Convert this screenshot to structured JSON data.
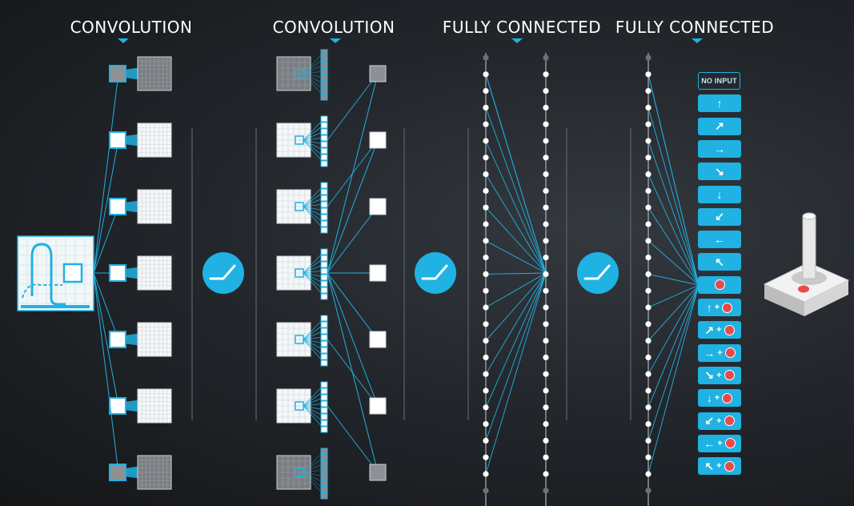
{
  "headings": [
    {
      "text": "CONVOLUTION"
    },
    {
      "text": "CONVOLUTION"
    },
    {
      "text": "FULLY CONNECTED"
    },
    {
      "text": "FULLY CONNECTED"
    }
  ],
  "actions": [
    {
      "label": "NO INPUT",
      "icon": "none",
      "fire": false
    },
    {
      "label": "",
      "icon": "arrow-up-icon",
      "glyph": "↑",
      "fire": false
    },
    {
      "label": "",
      "icon": "arrow-up-right-icon",
      "glyph": "↗",
      "fire": false
    },
    {
      "label": "",
      "icon": "arrow-right-icon",
      "glyph": "→",
      "fire": false
    },
    {
      "label": "",
      "icon": "arrow-down-right-icon",
      "glyph": "↘",
      "fire": false
    },
    {
      "label": "",
      "icon": "arrow-down-icon",
      "glyph": "↓",
      "fire": false
    },
    {
      "label": "",
      "icon": "arrow-down-left-icon",
      "glyph": "↙",
      "fire": false
    },
    {
      "label": "",
      "icon": "arrow-left-icon",
      "glyph": "←",
      "fire": false
    },
    {
      "label": "",
      "icon": "arrow-up-left-icon",
      "glyph": "↖",
      "fire": false
    },
    {
      "label": "",
      "icon": "fire-icon",
      "glyph": "",
      "fire": true
    },
    {
      "label": "+",
      "icon": "arrow-up-icon",
      "glyph": "↑",
      "fire": true
    },
    {
      "label": "+",
      "icon": "arrow-up-right-icon",
      "glyph": "↗",
      "fire": true
    },
    {
      "label": "+",
      "icon": "arrow-right-icon",
      "glyph": "→",
      "fire": true
    },
    {
      "label": "+",
      "icon": "arrow-down-right-icon",
      "glyph": "↘",
      "fire": true
    },
    {
      "label": "+",
      "icon": "arrow-down-icon",
      "glyph": "↓",
      "fire": true
    },
    {
      "label": "+",
      "icon": "arrow-down-left-icon",
      "glyph": "↙",
      "fire": true
    },
    {
      "label": "+",
      "icon": "arrow-left-icon",
      "glyph": "←",
      "fire": true
    },
    {
      "label": "+",
      "icon": "arrow-up-left-icon",
      "glyph": "↖",
      "fire": true
    }
  ],
  "colors": {
    "accent": "#1fb2e2",
    "node": "#ffffff",
    "node_inactive": "#8a8e92",
    "fire": "#e84a4a",
    "background": "#23272c"
  },
  "icons": [
    "game-screen-icon",
    "relu-activation-icon",
    "joystick-icon"
  ]
}
